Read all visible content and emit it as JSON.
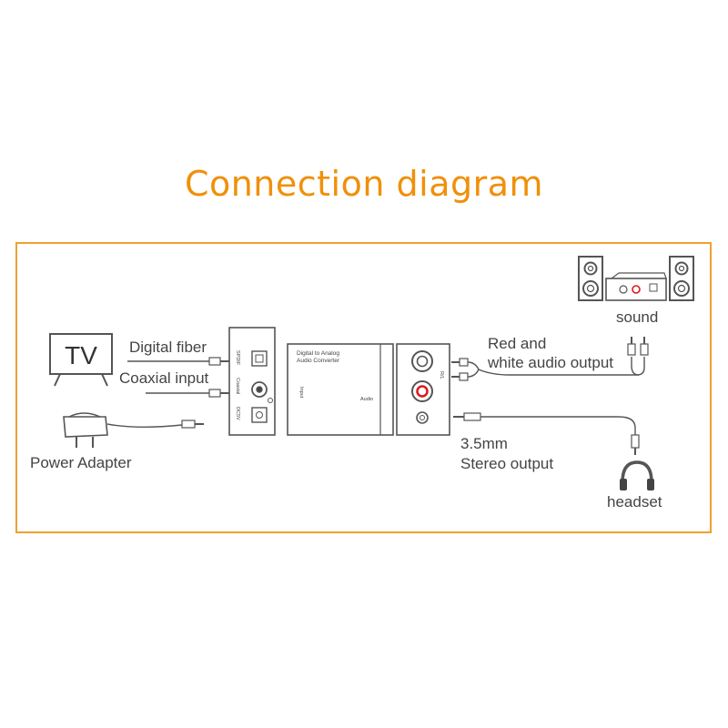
{
  "title": "Connection diagram",
  "colors": {
    "accent": "#f0900a",
    "frame": "#f0a030",
    "line": "#555555",
    "red": "#d81b1b"
  },
  "devices": {
    "tv": {
      "label": "TV",
      "icon": "tv-icon"
    },
    "power_adapter": {
      "label": "Power Adapter",
      "icon": "power-adapter-icon"
    },
    "converter": {
      "name_line1": "Digital to Analog",
      "name_line2": "Audio Converter",
      "input_label": "Input",
      "audio_label": "Audio",
      "port_spdif": "SPDIF",
      "port_coaxial": "Coaxial",
      "port_dc": "DC5V",
      "port_rl": "R/L"
    },
    "sound": {
      "label": "sound",
      "icon": "speaker-system-icon"
    },
    "headset": {
      "label": "headset",
      "icon": "headphones-icon"
    }
  },
  "connections": {
    "digital_fiber": "Digital fiber",
    "coaxial_input": "Coaxial input",
    "rca_line1": "Red and",
    "rca_line2": "white audio output",
    "stereo_line1": "3.5mm",
    "stereo_line2": "Stereo output"
  }
}
